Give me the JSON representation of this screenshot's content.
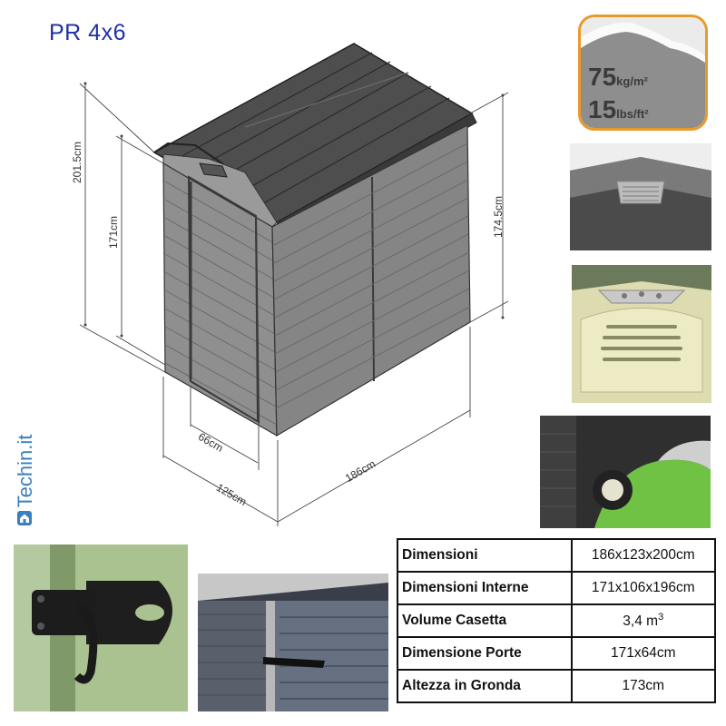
{
  "title": "PR 4x6",
  "brand": "Techin.it",
  "diagram": {
    "dimensions": {
      "total_height": "201.5cm",
      "door_height": "171cm",
      "side_height": "174.5cm",
      "door_width": "66cm",
      "depth": "125cm",
      "length": "186cm"
    }
  },
  "load_rating": {
    "metric_value": "75",
    "metric_unit": "kg/m²",
    "imperial_value": "15",
    "imperial_unit": "lbs/ft²"
  },
  "specs": [
    {
      "label": "Dimensioni",
      "value": "186x123x200cm"
    },
    {
      "label": "Dimensioni Interne",
      "value": "171x106x196cm"
    },
    {
      "label": "Volume Casetta",
      "value": "3,4 m",
      "sup": "3"
    },
    {
      "label": "Dimensione Porte",
      "value": "171x64cm"
    },
    {
      "label": "Altezza in Gronda",
      "value": "173cm"
    }
  ],
  "icons": {
    "brand_icon": "home-icon"
  },
  "colors": {
    "title": "#1f2fa8",
    "brand": "#3a7fc0",
    "load_border": "#e99a2c",
    "roof": "#4a4a4a",
    "wall_light": "#8c8c8c",
    "wall_dark": "#6a6a6a"
  }
}
